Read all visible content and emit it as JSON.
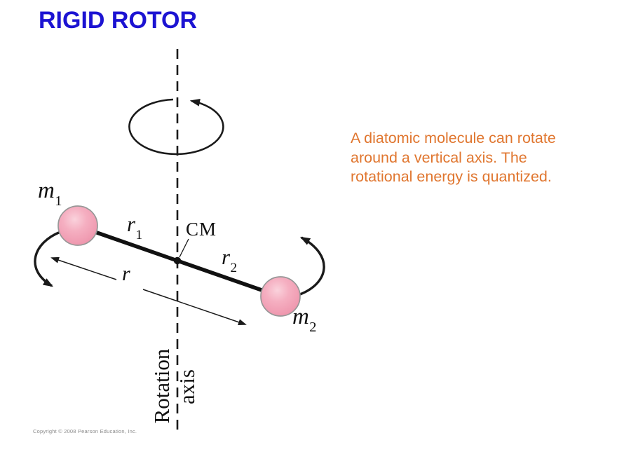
{
  "slide": {
    "title": "RIGID ROTOR",
    "caption_lines": [
      "A diatomic molecule can rotate",
      "around a vertical axis. The",
      "rotational energy is quantized."
    ],
    "copyright": "Copyright © 2008 Pearson Education, Inc."
  },
  "diagram": {
    "labels": {
      "mass1": {
        "base": "m",
        "sub": "1"
      },
      "mass2": {
        "base": "m",
        "sub": "2"
      },
      "r1": {
        "base": "r",
        "sub": "1"
      },
      "r2": {
        "base": "r",
        "sub": "2"
      },
      "r": "r",
      "center_of_mass": "CM",
      "axis_word1": "Rotation",
      "axis_word2": "axis"
    },
    "colors": {
      "title_blue": "#1c13d2",
      "caption_orange": "#e0762f",
      "stroke_black": "#1a1a1a",
      "sphere_highlight": "#fad2dc",
      "sphere_pink": "#f4a8bc",
      "sphere_edge": "#ea8ca4",
      "sphere_outline": "#979797",
      "copyright_gray": "#8a8a8a"
    }
  }
}
